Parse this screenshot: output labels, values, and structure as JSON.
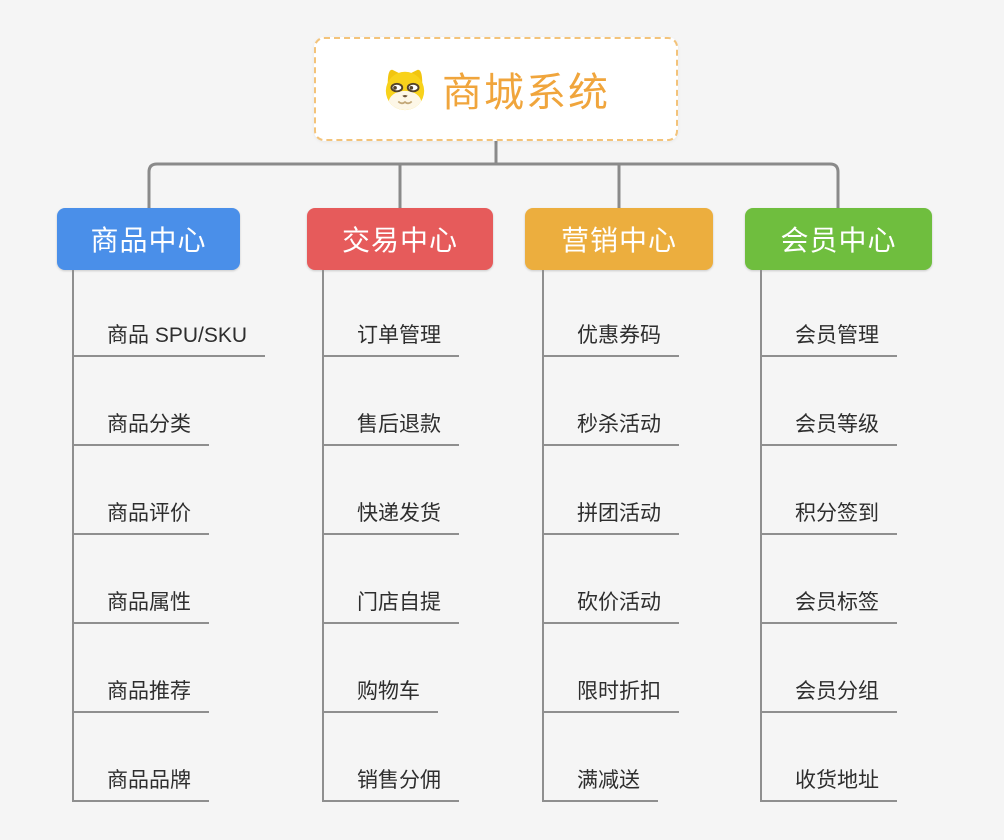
{
  "root": {
    "title": "商城系统",
    "icon": "dog-face-icon",
    "text_color": "#f0a53c",
    "border_color": "#f3c37a"
  },
  "connectors": {
    "color": "#8a8a8a"
  },
  "branches": [
    {
      "label": "商品中心",
      "color": "#4a8fe9",
      "items": [
        "商品 SPU/SKU",
        "商品分类",
        "商品评价",
        "商品属性",
        "商品推荐",
        "商品品牌"
      ]
    },
    {
      "label": "交易中心",
      "color": "#e65b5b",
      "items": [
        "订单管理",
        "售后退款",
        "快递发货",
        "门店自提",
        "购物车",
        "销售分佣"
      ]
    },
    {
      "label": "营销中心",
      "color": "#ecae3e",
      "items": [
        "优惠券码",
        "秒杀活动",
        "拼团活动",
        "砍价活动",
        "限时折扣",
        "满减送"
      ]
    },
    {
      "label": "会员中心",
      "color": "#6fbe3e",
      "items": [
        "会员管理",
        "会员等级",
        "积分签到",
        "会员标签",
        "会员分组",
        "收货地址"
      ]
    }
  ]
}
